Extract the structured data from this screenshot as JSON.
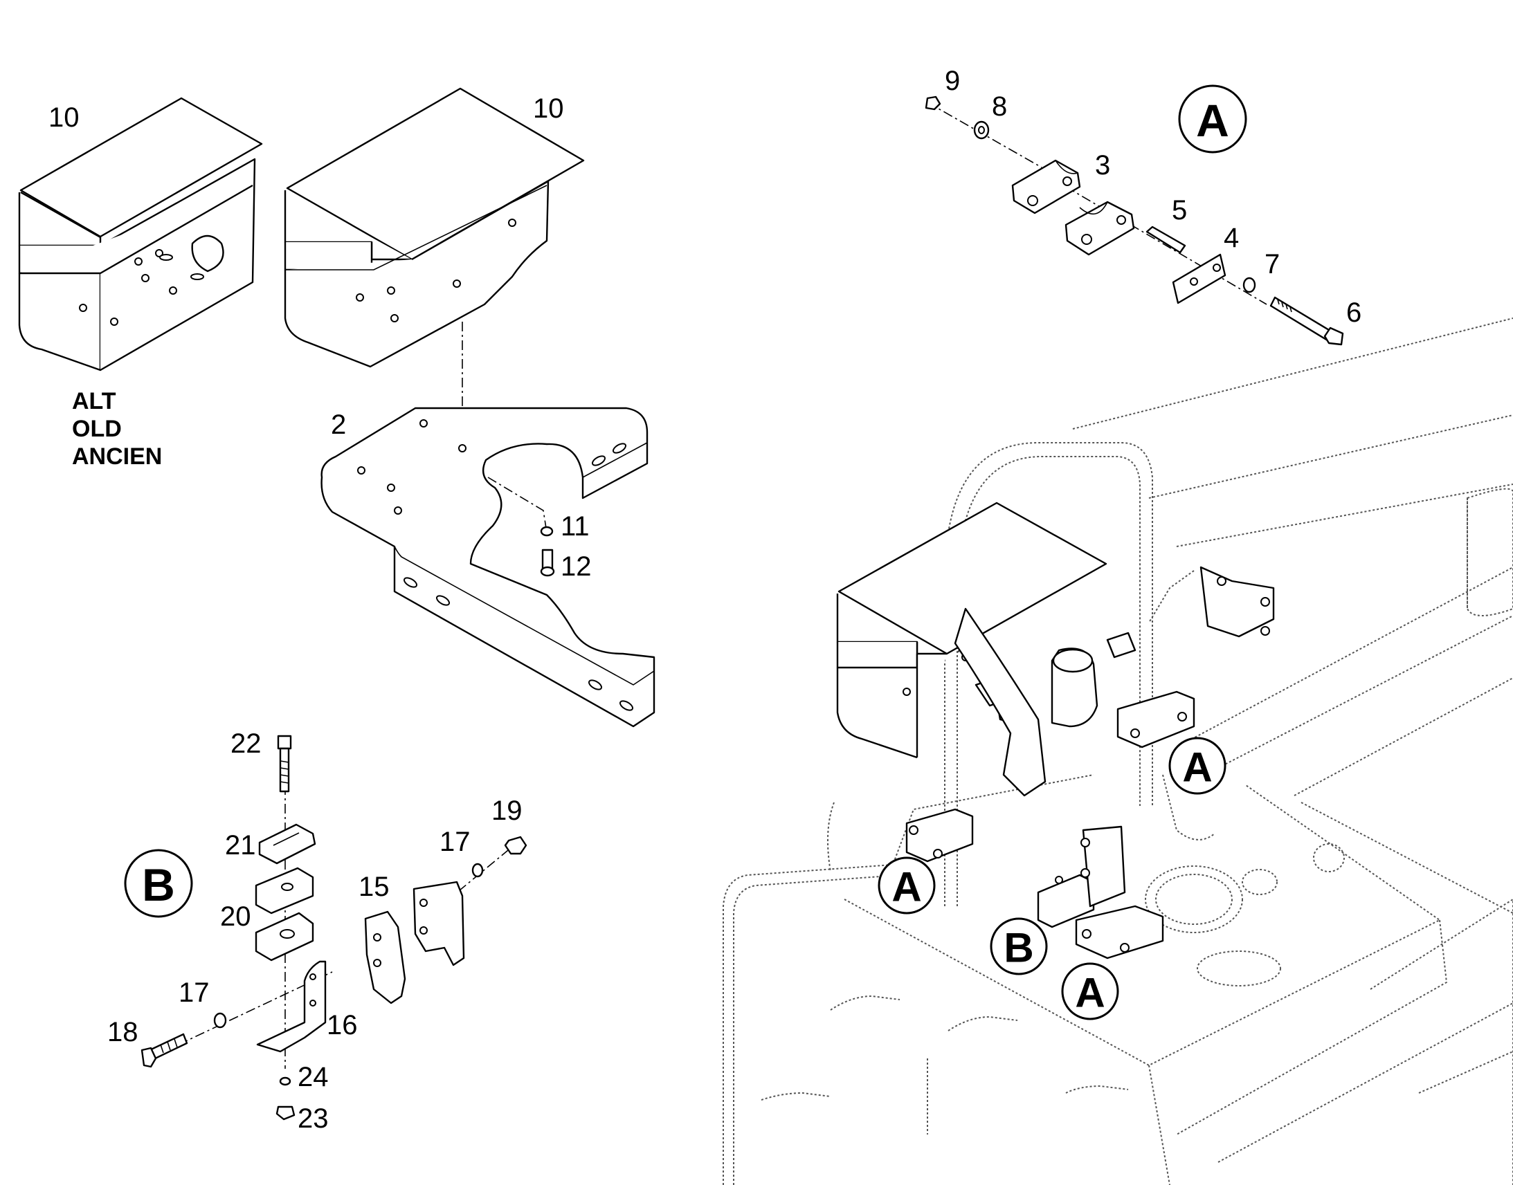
{
  "alt_note": {
    "line1": "ALT",
    "line2": "OLD",
    "line3": "ANCIEN"
  },
  "callouts": {
    "p10a": "10",
    "p10b": "10",
    "p2": "2",
    "p11": "11",
    "p12": "12",
    "p9": "9",
    "p8": "8",
    "p3": "3",
    "p5": "5",
    "p4": "4",
    "p7": "7",
    "p6": "6",
    "p22": "22",
    "p21": "21",
    "p20": "20",
    "p17a": "17",
    "p17b": "17",
    "p19": "19",
    "p15": "15",
    "p16": "16",
    "p18": "18",
    "p24": "24",
    "p23": "23"
  },
  "views": {
    "a": "A",
    "b": "B"
  },
  "colors": {
    "line": "#000000",
    "background": "#ffffff",
    "ghost": "#555555"
  }
}
